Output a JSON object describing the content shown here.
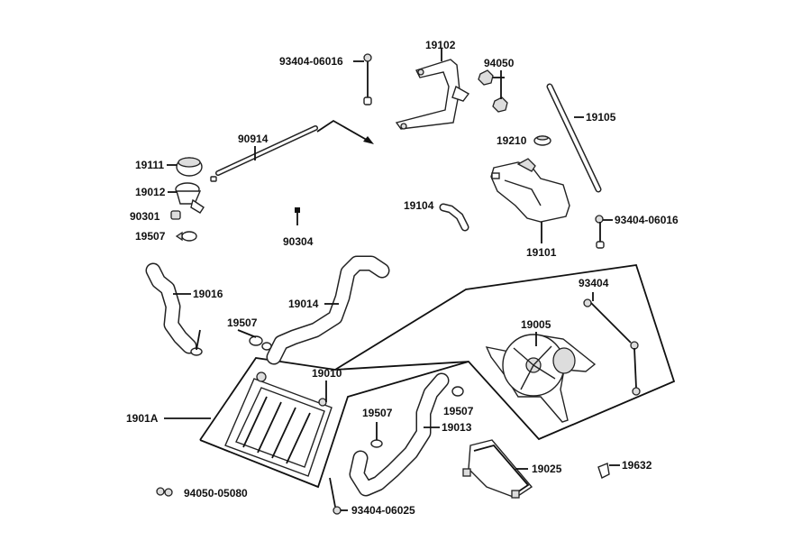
{
  "diagram": {
    "labels": {
      "screw_top": "93404-06016",
      "bracket_top": "19102",
      "nut_top": "94050",
      "rod_right": "19105",
      "hose_pipe": "90914",
      "cap": "19111",
      "grommet": "19210",
      "filler_neck": "19012",
      "bolt_small": "90301",
      "hose_small": "19104",
      "reservoir": "19101",
      "clamp_left": "19507",
      "screw_right": "93404-06016",
      "plug": "90304",
      "hose_left": "19016",
      "hose_mid": "19014",
      "screw_fan": "93404",
      "clamp_mid": "19507",
      "fan": "19005",
      "radiator": "19010",
      "radiator_assy": "1901A",
      "clamp_low1": "19507",
      "clamp_low2": "19507",
      "hose_low": "19013",
      "shroud_bracket": "19025",
      "clip": "19632",
      "nut_bottom": "94050-05080",
      "screw_bottom": "93404-06025"
    }
  }
}
